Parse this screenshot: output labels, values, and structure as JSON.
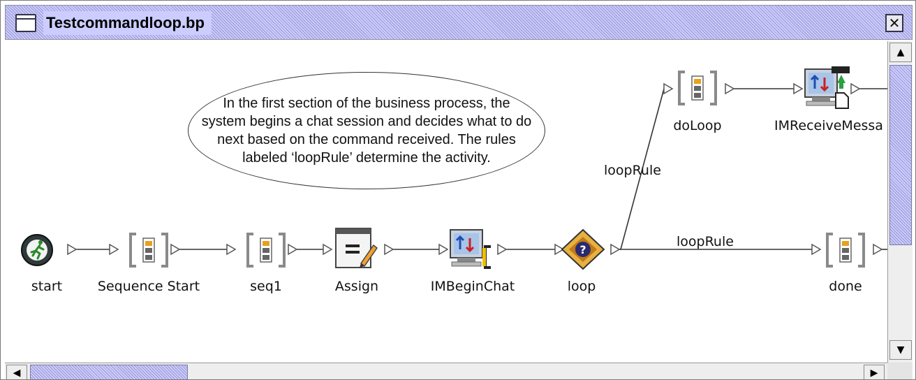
{
  "window": {
    "title": "Testcommandloop.bp",
    "close_icon": "close-box-icon",
    "accent_color": "#ccccff"
  },
  "callout": {
    "text": "In the first section of the business process, the system begins a chat session and decides what to do next based on the command received. The rules labeled ‘loopRule’ determine the activity."
  },
  "nodes": {
    "start": {
      "label": "start",
      "icon": "start-runner-icon"
    },
    "sequence_start": {
      "label": "Sequence Start",
      "icon": "sequence-bracket-icon"
    },
    "seq1": {
      "label": "seq1",
      "icon": "sequence-bracket-icon"
    },
    "assign": {
      "label": "Assign",
      "icon": "assign-notepad-icon"
    },
    "im_begin_chat": {
      "label": "IMBeginChat",
      "icon": "computer-chat-icon"
    },
    "loop": {
      "label": "loop",
      "icon": "decision-question-icon"
    },
    "do_loop": {
      "label": "doLoop",
      "icon": "sequence-bracket-icon"
    },
    "im_receive": {
      "label": "IMReceiveMessa",
      "icon": "computer-receive-icon"
    },
    "done": {
      "label": "done",
      "icon": "sequence-bracket-icon"
    }
  },
  "rules": {
    "upper": "loopRule",
    "lower": "loopRule"
  },
  "scrollbars": {
    "up_icon": "arrow-up-icon",
    "down_icon": "arrow-down-icon",
    "left_icon": "arrow-left-icon",
    "right_icon": "arrow-right-icon"
  }
}
